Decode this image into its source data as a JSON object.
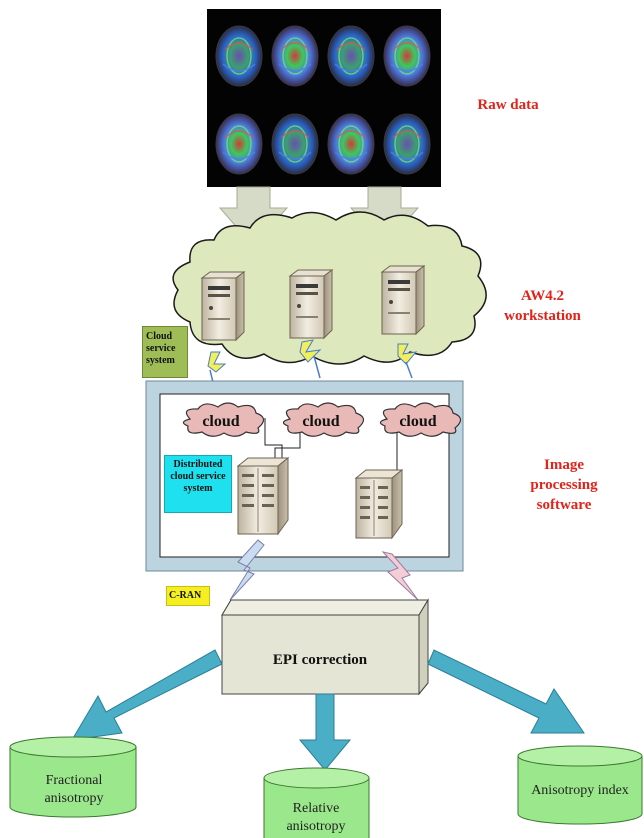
{
  "labels": {
    "raw_data": "Raw data",
    "workstation": "AW4.2 workstation",
    "software": "Image processing software",
    "epi": "EPI correction",
    "cloud_service": "Cloud service system",
    "distributed": "Distributed cloud service system",
    "cran": "C-RAN"
  },
  "clouds": [
    "cloud",
    "cloud",
    "cloud"
  ],
  "outputs": [
    "Fractional anisotropy",
    "Relative anisotropy",
    "Anisotropy index"
  ],
  "colors": {
    "label_red": "#e2231a",
    "arrow_fill": "#d6dbc8",
    "cloud_green": "#dde8bc",
    "pink_cloud": "#e8b9b6",
    "panel_border": "#bcd4df",
    "epi_box": "#e4e5d4",
    "output_arrow": "#4aaec6",
    "database": "#9be88c",
    "note_green": "#9fbd56",
    "note_cyan": "#1fe0ee",
    "note_yellow": "#f5ef22"
  },
  "icons": [
    "brain-scan-grid",
    "server-tower-icon",
    "server-rack-icon",
    "lightning-link-icon",
    "database-cylinder-icon"
  ]
}
